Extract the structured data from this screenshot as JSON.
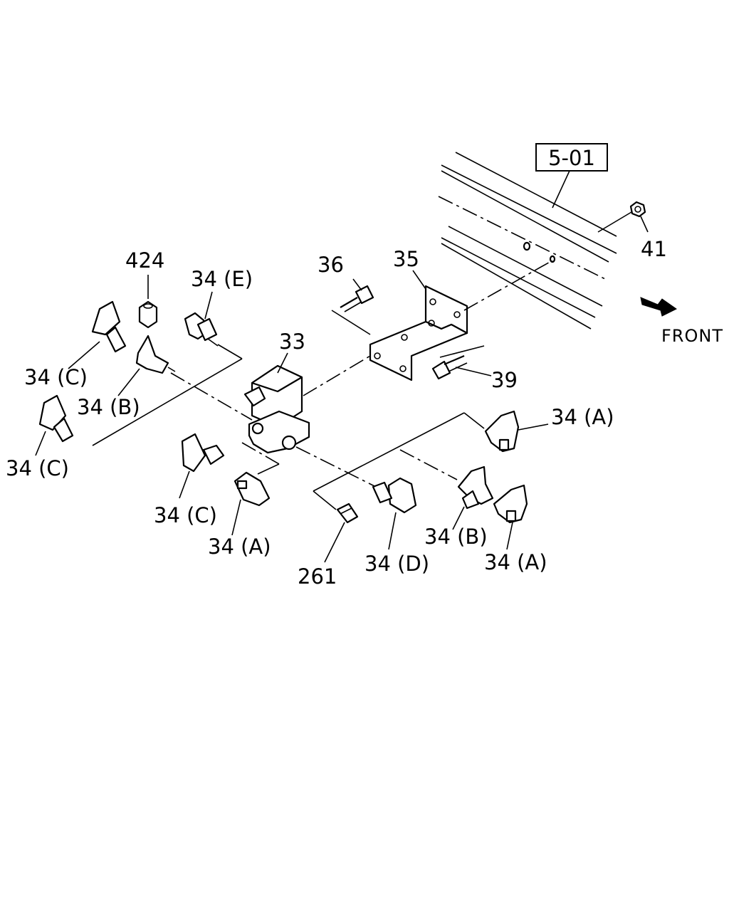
{
  "labels": {
    "ref_box": "5-01",
    "p41": "41",
    "p35": "35",
    "p36": "36",
    "p424": "424",
    "p34e": "34 (E)",
    "p33": "33",
    "p34c_top": "34 (C)",
    "p34b_left": "34 (B)",
    "p34c_left": "34 (C)",
    "p39": "39",
    "p34a_right_top": "34 (A)",
    "p34c_mid": "34 (C)",
    "p34a_mid": "34 (A)",
    "p34b_right": "34 (B)",
    "p34a_right_bottom": "34 (A)",
    "p34d": "34 (D)",
    "p261": "261",
    "front": "FRONT"
  }
}
